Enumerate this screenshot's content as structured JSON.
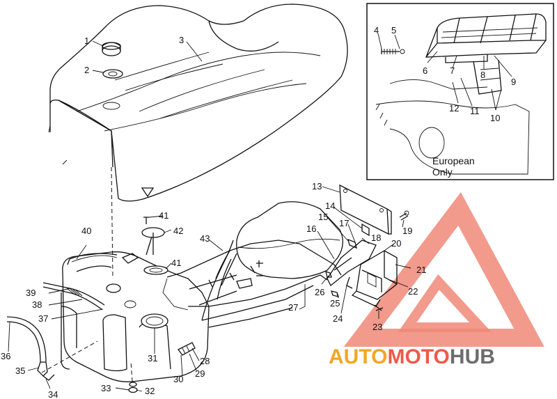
{
  "inset": {
    "caption_line1": "European",
    "caption_line2": "Only"
  },
  "watermark": {
    "part1": "AUTO",
    "part2": "MOTO",
    "part3": "HUB",
    "color_primary": "#f5a623",
    "color_secondary": "#ef5a4a",
    "color_dark": "#6d6d6d",
    "triangle_color": "#f08878"
  },
  "callouts": {
    "c1": "1",
    "c2": "2",
    "c3": "3",
    "c4": "4",
    "c5": "5",
    "c6": "6",
    "c7": "7",
    "c8": "8",
    "c9": "9",
    "c10": "10",
    "c11": "11",
    "c12": "12",
    "c13": "13",
    "c14": "14",
    "c15": "15",
    "c16": "16",
    "c17": "17",
    "c18": "18",
    "c19": "19",
    "c20": "20",
    "c21": "21",
    "c22": "22",
    "c23": "23",
    "c24": "24",
    "c25": "25",
    "c26": "26",
    "c27": "27",
    "c28": "28",
    "c29": "29",
    "c30": "30",
    "c31": "31",
    "c32": "32",
    "c33": "33",
    "c34": "34",
    "c35": "35",
    "c36": "36",
    "c37": "37",
    "c38": "38",
    "c39": "39",
    "c40": "40",
    "c41a": "41",
    "c41b": "41",
    "c42": "42",
    "c43": "43"
  }
}
